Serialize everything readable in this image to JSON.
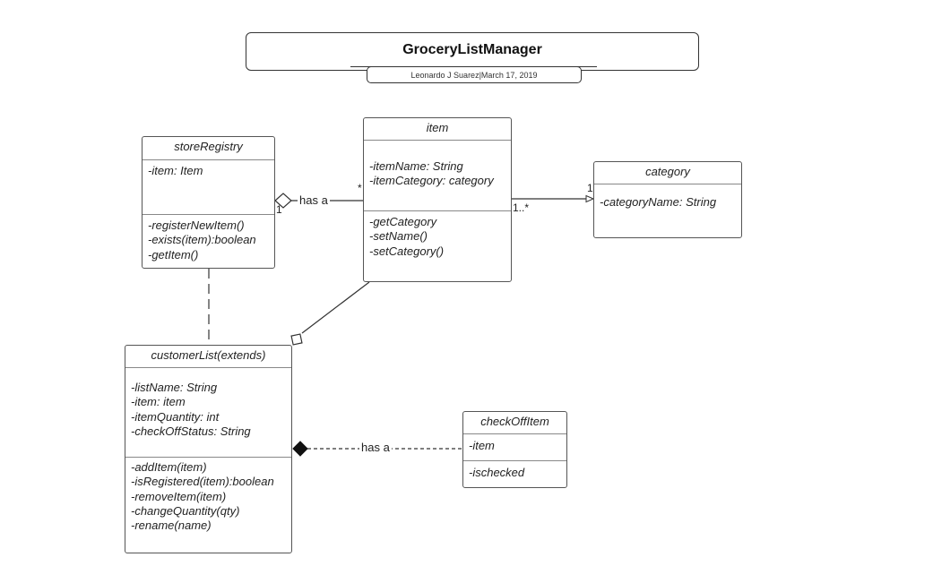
{
  "header": {
    "title": "GroceryListManager",
    "author": "Leonardo J Suarez",
    "separator": "|",
    "date": "March 17, 2019"
  },
  "classes": {
    "storeRegistry": {
      "name": "storeRegistry",
      "attributes": [
        "-item: Item"
      ],
      "methods": [
        "-registerNewItem()",
        "-exists(item):boolean",
        "-getItem()"
      ]
    },
    "item": {
      "name": "item",
      "attributes": [
        "-itemName: String",
        "-itemCategory: category"
      ],
      "methods": [
        "-getCategory",
        "-setName()",
        "-setCategory()"
      ]
    },
    "category": {
      "name": "category",
      "attributes": [
        "-categoryName: String"
      ]
    },
    "customerList": {
      "name": "customerList(extends)",
      "attributes": [
        "-listName: String",
        "-item: item",
        "-itemQuantity: int",
        "-checkOffStatus: String"
      ],
      "methods": [
        "-addItem(item)",
        "-isRegistered(item):boolean",
        "-removeItem(item)",
        "-changeQuantity(qty)",
        "-rename(name)"
      ]
    },
    "checkOffItem": {
      "name": "checkOffItem",
      "attributes": [
        "-item"
      ],
      "methods": [
        "-ischecked"
      ]
    }
  },
  "relationships": {
    "store_item": {
      "label": "has a",
      "source_mult": "1",
      "target_mult": "*"
    },
    "item_category": {
      "source_mult": "1..*",
      "target_mult": "1"
    },
    "customer_check": {
      "label": "has a"
    }
  }
}
